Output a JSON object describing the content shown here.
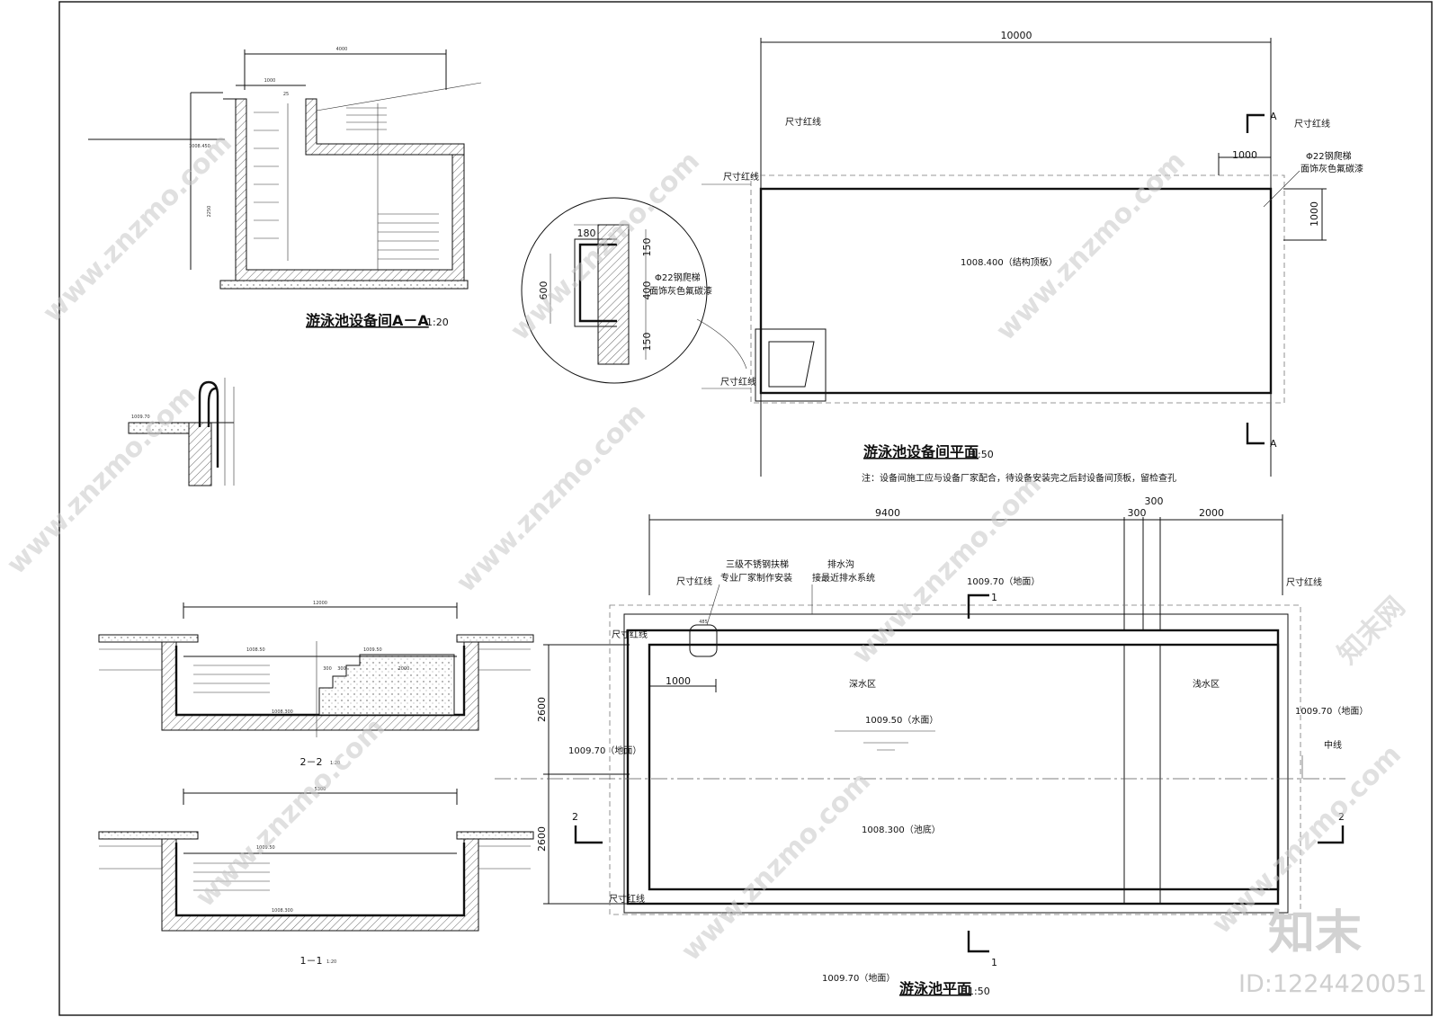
{
  "watermark": {
    "site": "www.znzmo.com",
    "brand": "知末网",
    "logo": "知末",
    "id_label": "ID:1224420051"
  },
  "equip_section": {
    "title": "游泳池设备间A－A",
    "scale": "1:20",
    "dim_total": "4000",
    "dim_sub": "1000",
    "dim_25": "25",
    "level": "1008.450",
    "height": "2250"
  },
  "equip_plan": {
    "title": "游泳池设备间平面",
    "scale": "1:50",
    "note": "注：设备间施工应与设备厂家配合，待设备安装完之后封设备间顶板，留检查孔",
    "dim_width": "10000",
    "dim_1000_h": "1000",
    "dim_1000_v": "1000",
    "redline": "尺寸红线",
    "level_roof": "1008.400（结构顶板）",
    "ladder": "Φ22钢爬梯",
    "ladder_finish": "面饰灰色氟碳漆",
    "section_mark": "A"
  },
  "detail_circle": {
    "dim_180": "180",
    "dim_150_top": "150",
    "dim_600": "600",
    "dim_400": "400",
    "dim_150_bot": "150",
    "ladder": "Φ22钢爬梯",
    "finish": "面饰灰色氟碳漆"
  },
  "ladder_detail": {
    "level": "1009.70"
  },
  "section_22": {
    "label": "2－2",
    "scale": "1:20",
    "dim_total": "12000",
    "dim_300a": "300",
    "dim_300b": "300",
    "dim_2000": "2000",
    "level_a": "1008.50",
    "level_b": "1009.50",
    "level_c": "1008.300"
  },
  "section_11": {
    "label": "1－1",
    "scale": "1:20",
    "dim_total": "5300",
    "level_a": "1009.50",
    "level_b": "1008.300"
  },
  "pool_plan": {
    "title": "游泳池平面",
    "scale": "1:50",
    "dim_9400": "9400",
    "dim_300a": "300",
    "dim_300b": "300",
    "dim_2000": "2000",
    "dim_2600a": "2600",
    "dim_2600b": "2600",
    "dim_1000": "1000",
    "dim_485": "485",
    "redline": "尺寸红线",
    "ladder_a": "三级不锈钢扶梯",
    "ladder_b": "专业厂家制作安装",
    "drain_a": "排水沟",
    "drain_b": "接最近排水系统",
    "level_ground": "1009.70（地面）",
    "zone_deep": "深水区",
    "zone_shallow": "浅水区",
    "level_water": "1009.50（水面）",
    "level_bottom": "1008.300（池底）",
    "centerline": "中线",
    "cut_1": "1",
    "cut_2": "2"
  }
}
